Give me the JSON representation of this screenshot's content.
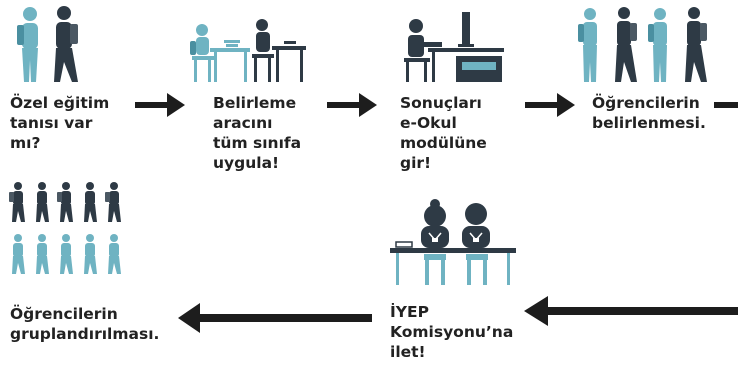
{
  "colors": {
    "teal": "#6fb3c2",
    "dark": "#2e3a45",
    "arrow": "#1d1d1d"
  },
  "icons": {
    "step1": "two-students-icon",
    "step2": "students-at-desks-icon",
    "step3": "person-at-computer-icon",
    "step4": "four-students-icon",
    "step5": "committee-meeting-icon",
    "step6": "student-groups-icon"
  },
  "steps": [
    {
      "label": "Özel eğitim\ntanısı var\nmı?"
    },
    {
      "label": "Belirleme\naracını\ntüm sınıfa\nuygula!"
    },
    {
      "label": "Sonuçları\ne-Okul\nmodülüne\ngir!"
    },
    {
      "label": "Öğrencilerin\nbelirlenmesi."
    },
    {
      "label": "İYEP\nKomisyonu’na\nilet!"
    },
    {
      "label": "Öğrencilerin\ngruplandırılması."
    }
  ]
}
